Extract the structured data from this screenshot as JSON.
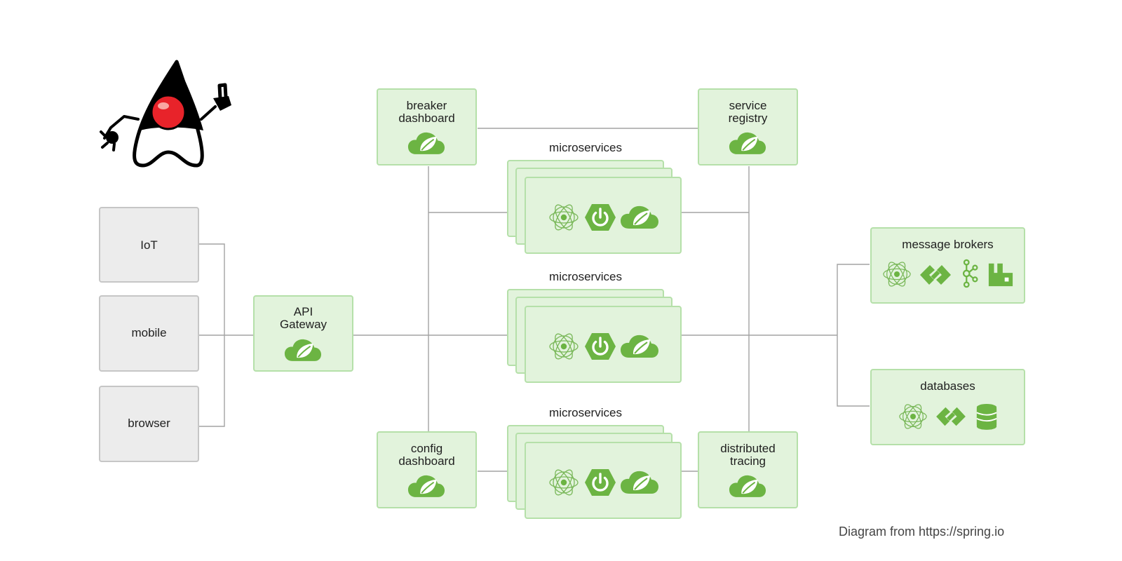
{
  "colors": {
    "green_fill": "#e2f3dc",
    "green_border": "#b5e0a9",
    "gray_fill": "#ececec",
    "gray_border": "#c6c6c6",
    "connector": "#a3a3a3",
    "icon_green": "#6cb443"
  },
  "clients": [
    {
      "label": "IoT"
    },
    {
      "label": "mobile"
    },
    {
      "label": "browser"
    }
  ],
  "gateway": {
    "lines": [
      "API",
      "Gateway"
    ],
    "icon": "spring-cloud-icon"
  },
  "services": {
    "breaker": {
      "lines": [
        "breaker",
        "dashboard"
      ],
      "icon": "spring-cloud-icon"
    },
    "registry": {
      "lines": [
        "service",
        "registry"
      ],
      "icon": "spring-cloud-icon"
    },
    "config": {
      "lines": [
        "config",
        "dashboard"
      ],
      "icon": "spring-cloud-icon"
    },
    "tracing": {
      "lines": [
        "distributed",
        "tracing"
      ],
      "icon": "spring-cloud-icon"
    }
  },
  "microservices": [
    {
      "title": "microservices",
      "icons": [
        "reactor-icon",
        "spring-boot-icon",
        "spring-cloud-icon"
      ]
    },
    {
      "title": "microservices",
      "icons": [
        "reactor-icon",
        "spring-boot-icon",
        "spring-cloud-icon"
      ]
    },
    {
      "title": "microservices",
      "icons": [
        "reactor-icon",
        "spring-boot-icon",
        "spring-cloud-icon"
      ]
    }
  ],
  "backends": {
    "brokers": {
      "title": "message brokers",
      "icons": [
        "reactor-icon",
        "integration-icon",
        "kafka-icon",
        "rabbitmq-icon"
      ]
    },
    "databases": {
      "title": "databases",
      "icons": [
        "reactor-icon",
        "integration-icon",
        "database-icon"
      ]
    }
  },
  "mascot": {
    "icon": "duke-mascot-icon"
  },
  "credit": "Diagram from https://spring.io"
}
